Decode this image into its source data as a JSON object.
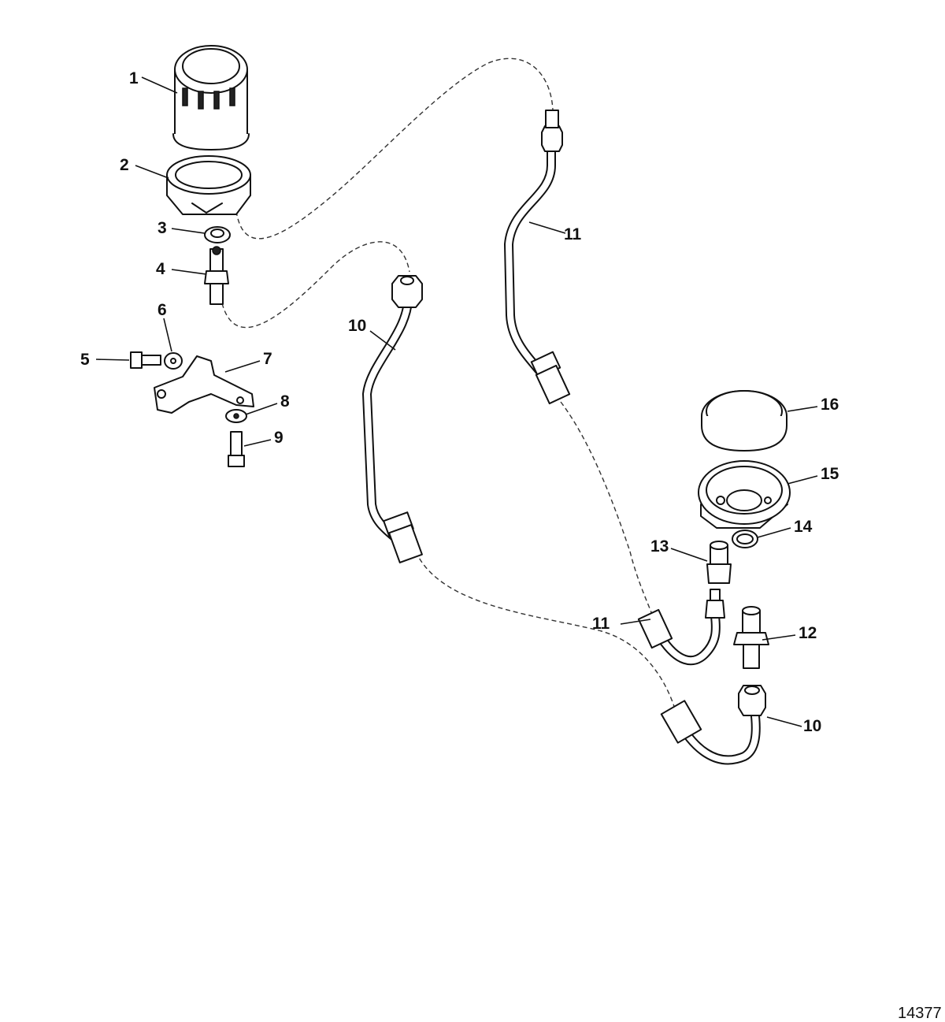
{
  "figure": {
    "number": "14377"
  },
  "callouts": [
    {
      "id": "c1",
      "label": "1"
    },
    {
      "id": "c2",
      "label": "2"
    },
    {
      "id": "c3",
      "label": "3"
    },
    {
      "id": "c4",
      "label": "4"
    },
    {
      "id": "c5",
      "label": "5"
    },
    {
      "id": "c6",
      "label": "6"
    },
    {
      "id": "c7",
      "label": "7"
    },
    {
      "id": "c8",
      "label": "8"
    },
    {
      "id": "c9",
      "label": "9"
    },
    {
      "id": "c10a",
      "label": "10"
    },
    {
      "id": "c10b",
      "label": "10"
    },
    {
      "id": "c11a",
      "label": "11"
    },
    {
      "id": "c11b",
      "label": "11"
    },
    {
      "id": "c12",
      "label": "12"
    },
    {
      "id": "c13",
      "label": "13"
    },
    {
      "id": "c14",
      "label": "14"
    },
    {
      "id": "c15",
      "label": "15"
    },
    {
      "id": "c16",
      "label": "16"
    }
  ],
  "colors": {
    "line": "#111111",
    "background": "#ffffff"
  }
}
